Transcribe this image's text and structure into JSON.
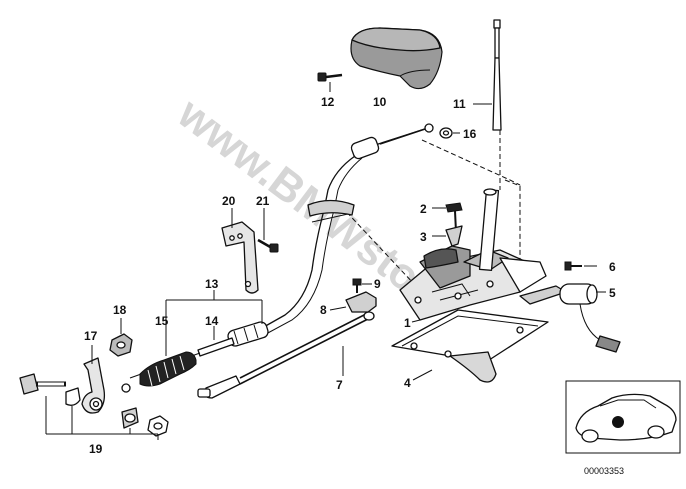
{
  "diagram": {
    "watermark": "www.BMWstore.ru",
    "document_number": "00003353",
    "callouts": [
      {
        "id": "1",
        "text": "1"
      },
      {
        "id": "2",
        "text": "2"
      },
      {
        "id": "3",
        "text": "3"
      },
      {
        "id": "4",
        "text": "4"
      },
      {
        "id": "5",
        "text": "5"
      },
      {
        "id": "6",
        "text": "6"
      },
      {
        "id": "7",
        "text": "7"
      },
      {
        "id": "8",
        "text": "8"
      },
      {
        "id": "9",
        "text": "9"
      },
      {
        "id": "10",
        "text": "10"
      },
      {
        "id": "11",
        "text": "11"
      },
      {
        "id": "12",
        "text": "12"
      },
      {
        "id": "13",
        "text": "13"
      },
      {
        "id": "14",
        "text": "14"
      },
      {
        "id": "15",
        "text": "15"
      },
      {
        "id": "16",
        "text": "16"
      },
      {
        "id": "17",
        "text": "17"
      },
      {
        "id": "18",
        "text": "18"
      },
      {
        "id": "19",
        "text": "19"
      },
      {
        "id": "20",
        "text": "20"
      },
      {
        "id": "21",
        "text": "21"
      }
    ]
  }
}
